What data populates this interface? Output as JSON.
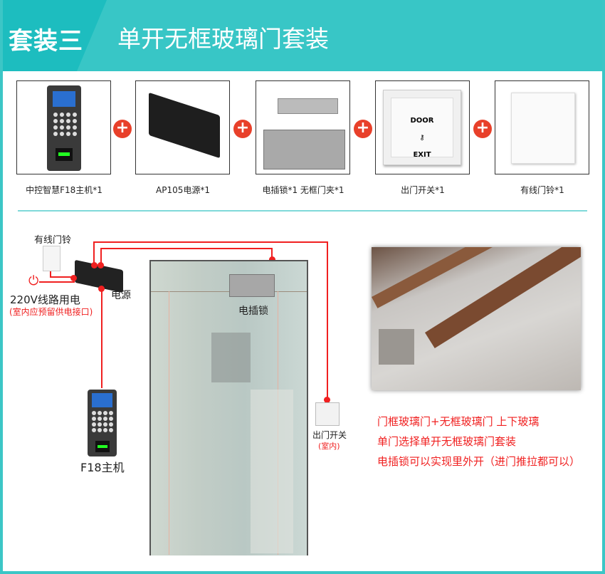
{
  "header": {
    "badge": "套装三",
    "title": "单开无框玻璃门套装"
  },
  "products": [
    {
      "label": "中控智慧F18主机*1",
      "icon": "f18-terminal"
    },
    {
      "label": "AP105电源*1",
      "icon": "power-supply"
    },
    {
      "label": "电插锁*1 无框门夹*1",
      "icon": "electric-bolt-lock"
    },
    {
      "label": "出门开关*1",
      "icon": "exit-button",
      "button_text": [
        "DOOR",
        "EXIT"
      ]
    },
    {
      "label": "有线门铃*1",
      "icon": "doorbell"
    }
  ],
  "diagram": {
    "doorbell": "有线门铃",
    "power_line": "220V线路用电",
    "power_note": "(室内应预留供电接口)",
    "power_supply": "电源",
    "lock": "电插锁",
    "terminal": "F18主机",
    "exit_switch": "出门开关",
    "exit_note": "(室内)"
  },
  "notes": [
    "门框玻璃门+无框玻璃门 上下玻璃",
    "单门选择单开无框玻璃门套装",
    "电插锁可以实现里外开（进门推拉都可以）"
  ],
  "colors": {
    "accent": "#38c6c6",
    "badge": "#1dbdbf",
    "plus": "#e8402a",
    "wire": "#f02020"
  }
}
